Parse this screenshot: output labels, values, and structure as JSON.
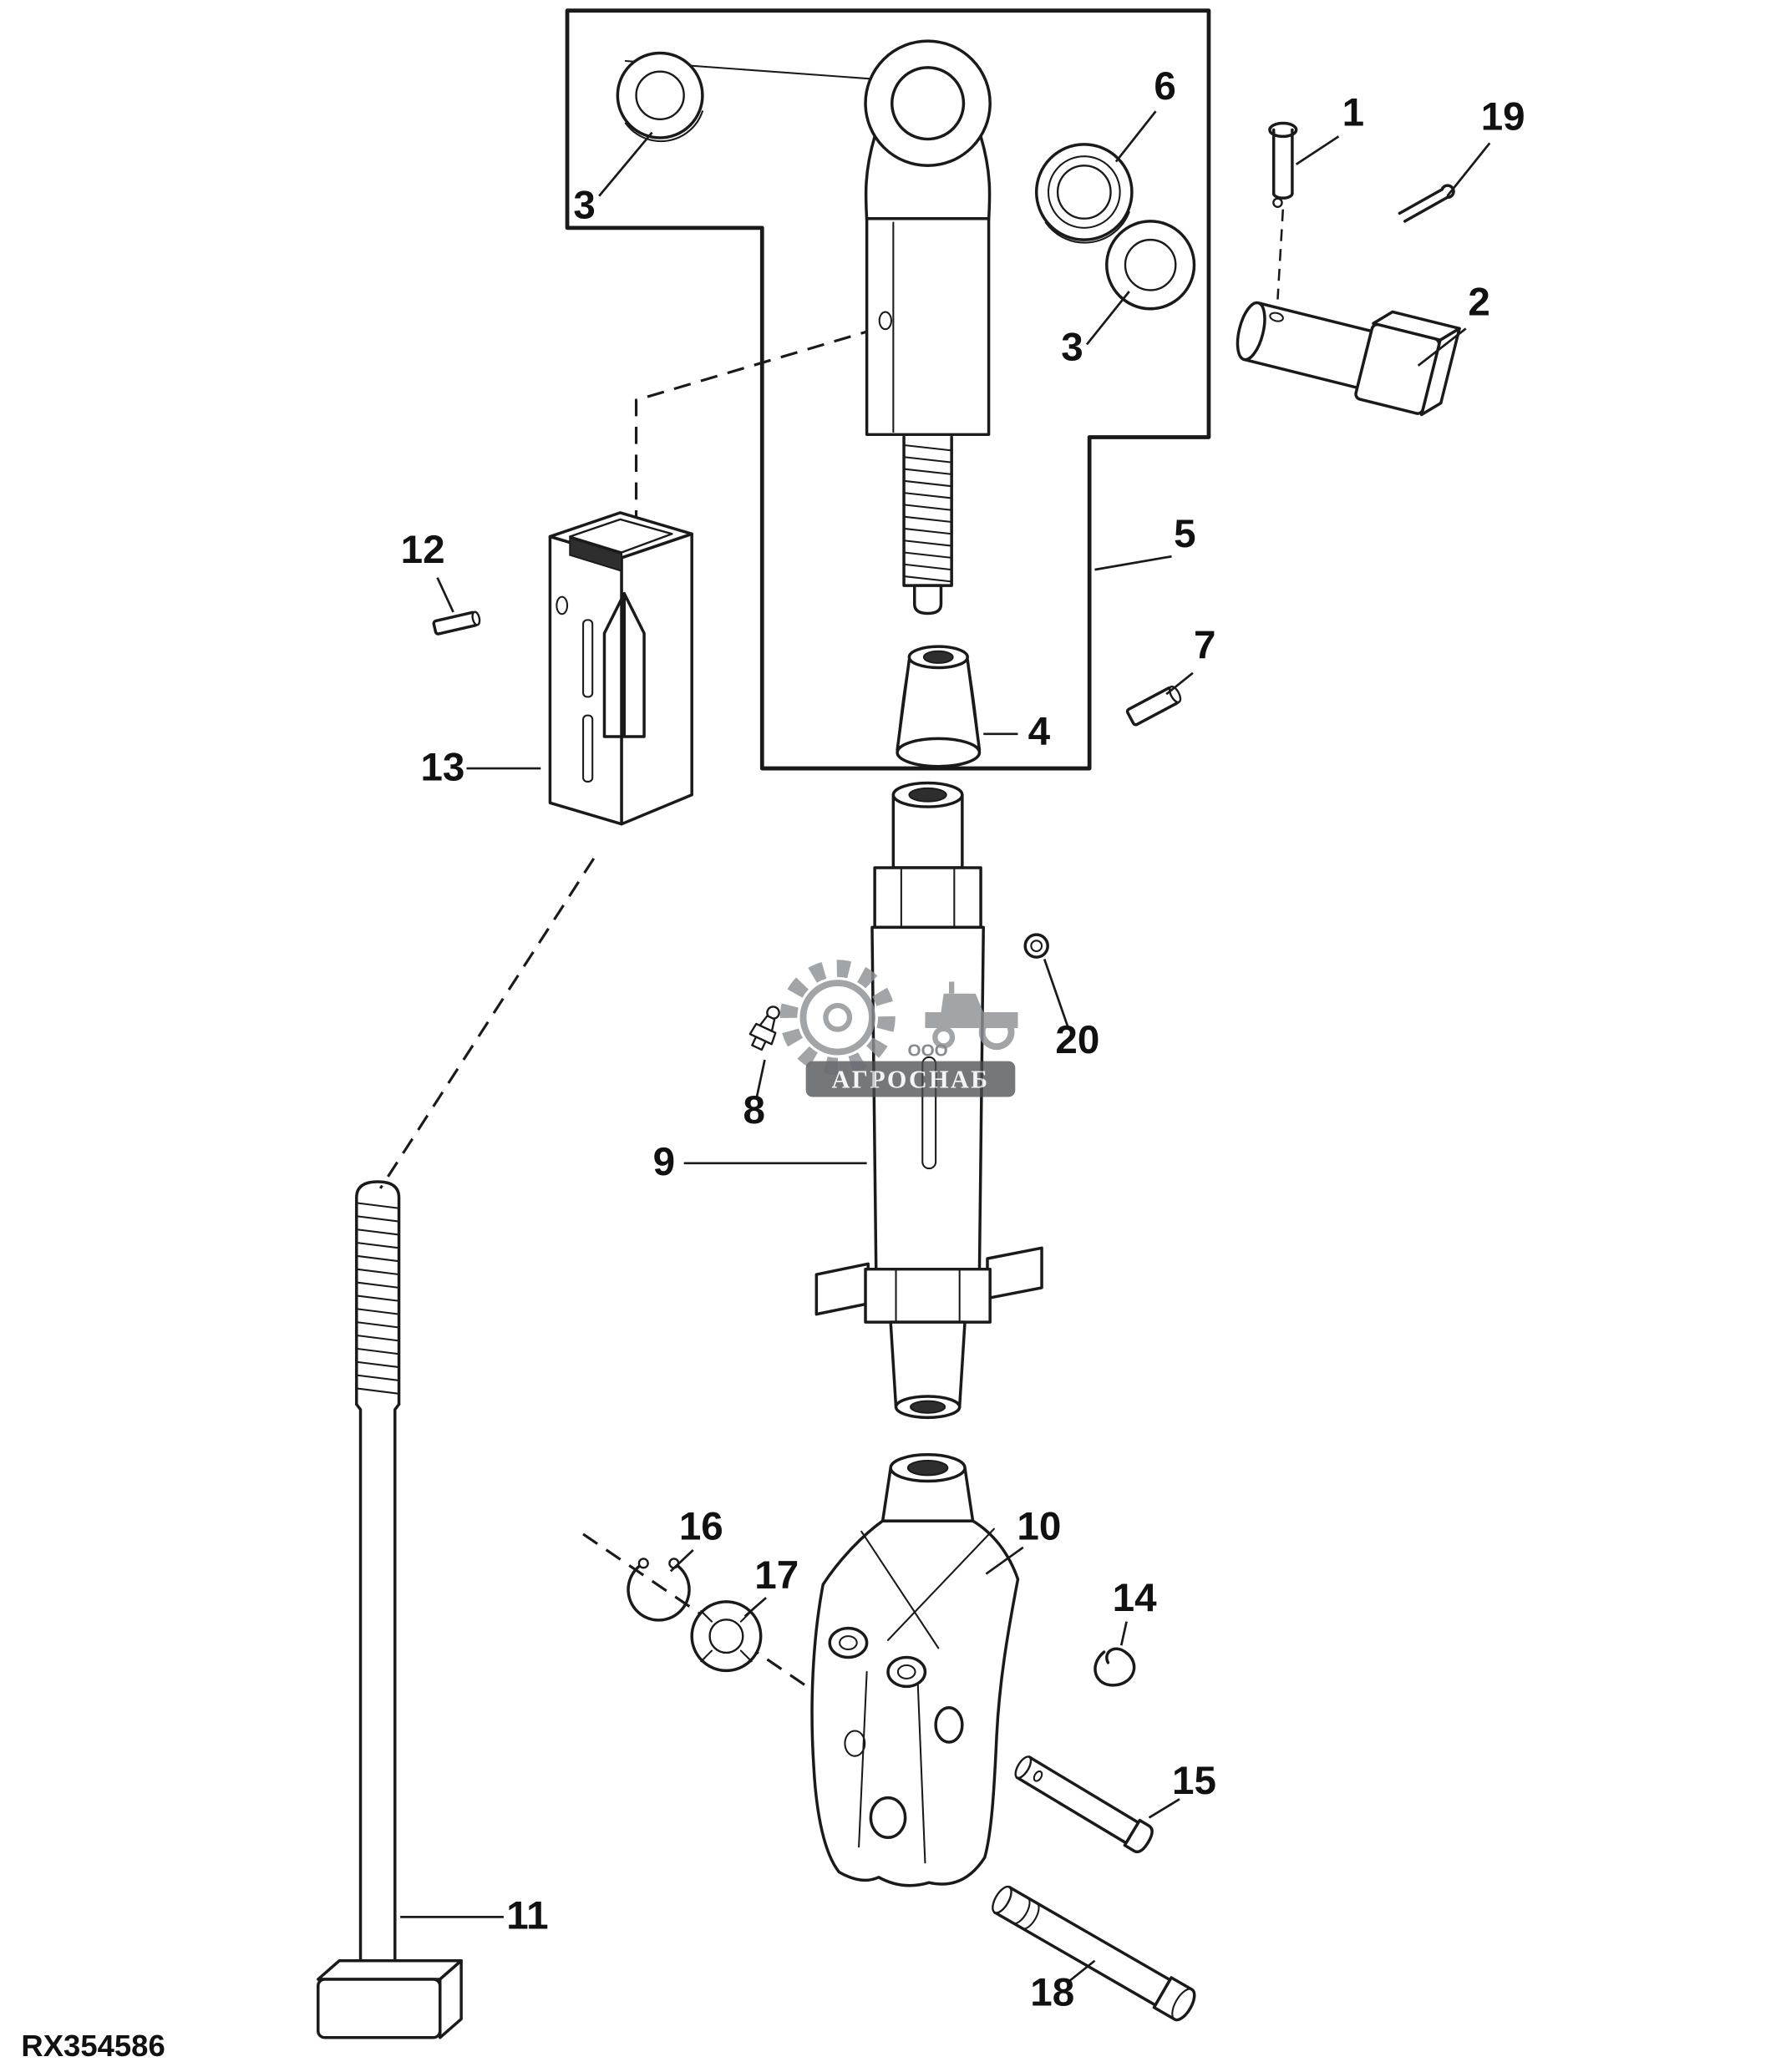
{
  "part_number": "RX354586",
  "watermark": {
    "prefix": "ООО",
    "name": "АГРОСНАБ"
  },
  "colors": {
    "line": "#1a1a1a",
    "badge": "#4a4f52",
    "watermark": "#8d9296",
    "background": "#ffffff"
  },
  "callouts": [
    {
      "id": "3-upper-washer",
      "label": "3"
    },
    {
      "id": "6-bushing",
      "label": "6"
    },
    {
      "id": "1-clevis-pin",
      "label": "1"
    },
    {
      "id": "19-cotter-pin",
      "label": "19"
    },
    {
      "id": "2-block-pin",
      "label": "2"
    },
    {
      "id": "3-lower-washer",
      "label": "3"
    },
    {
      "id": "5-end-assembly",
      "label": "5"
    },
    {
      "id": "12-roll-pin",
      "label": "12"
    },
    {
      "id": "7-roll-pin",
      "label": "7"
    },
    {
      "id": "4-cone-bushing",
      "label": "4"
    },
    {
      "id": "13-socket",
      "label": "13"
    },
    {
      "id": "20-o-ring",
      "label": "20"
    },
    {
      "id": "8-grease-fitting",
      "label": "8"
    },
    {
      "id": "9-link-body",
      "label": "9"
    },
    {
      "id": "16-snap-ring",
      "label": "16"
    },
    {
      "id": "17-washer",
      "label": "17"
    },
    {
      "id": "10-knuckle",
      "label": "10"
    },
    {
      "id": "14-spring-clip",
      "label": "14"
    },
    {
      "id": "15-pin",
      "label": "15"
    },
    {
      "id": "11-t-bolt",
      "label": "11"
    },
    {
      "id": "18-pivot-pin",
      "label": "18"
    }
  ]
}
